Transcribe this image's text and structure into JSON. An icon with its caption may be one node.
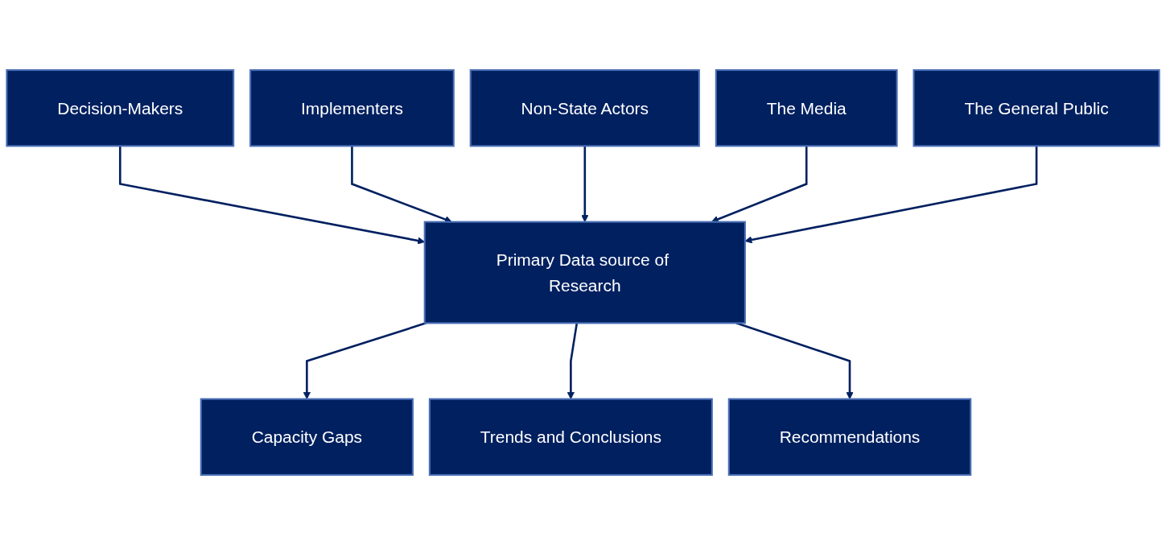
{
  "diagram": {
    "nodes": [
      {
        "text": [
          "Decision-Makers"
        ]
      },
      {
        "text": [
          "Implementers"
        ]
      },
      {
        "text": [
          "Non-State Actors"
        ]
      },
      {
        "text": [
          "The Media"
        ]
      },
      {
        "text": [
          "The General Public"
        ]
      },
      {
        "text": [
          "Primary Data source of Research"
        ]
      },
      {
        "text": [
          "Capacity Gaps"
        ]
      },
      {
        "text": [
          "Trends and Conclusions"
        ]
      },
      {
        "text": [
          "Recommendations"
        ]
      }
    ],
    "edges": [
      {
        "from": 0,
        "to": 5,
        "arrow": "to"
      },
      {
        "from": 1,
        "to": 5,
        "arrow": "to"
      },
      {
        "from": 2,
        "to": 5,
        "arrow": "to"
      },
      {
        "from": 3,
        "to": 5,
        "arrow": "to"
      },
      {
        "from": 4,
        "to": 5,
        "arrow": "to"
      },
      {
        "from": 5,
        "to": 6,
        "arrow": "to"
      },
      {
        "from": 5,
        "to": 7,
        "arrow": "to"
      },
      {
        "from": 5,
        "to": 8,
        "arrow": "to"
      }
    ]
  }
}
